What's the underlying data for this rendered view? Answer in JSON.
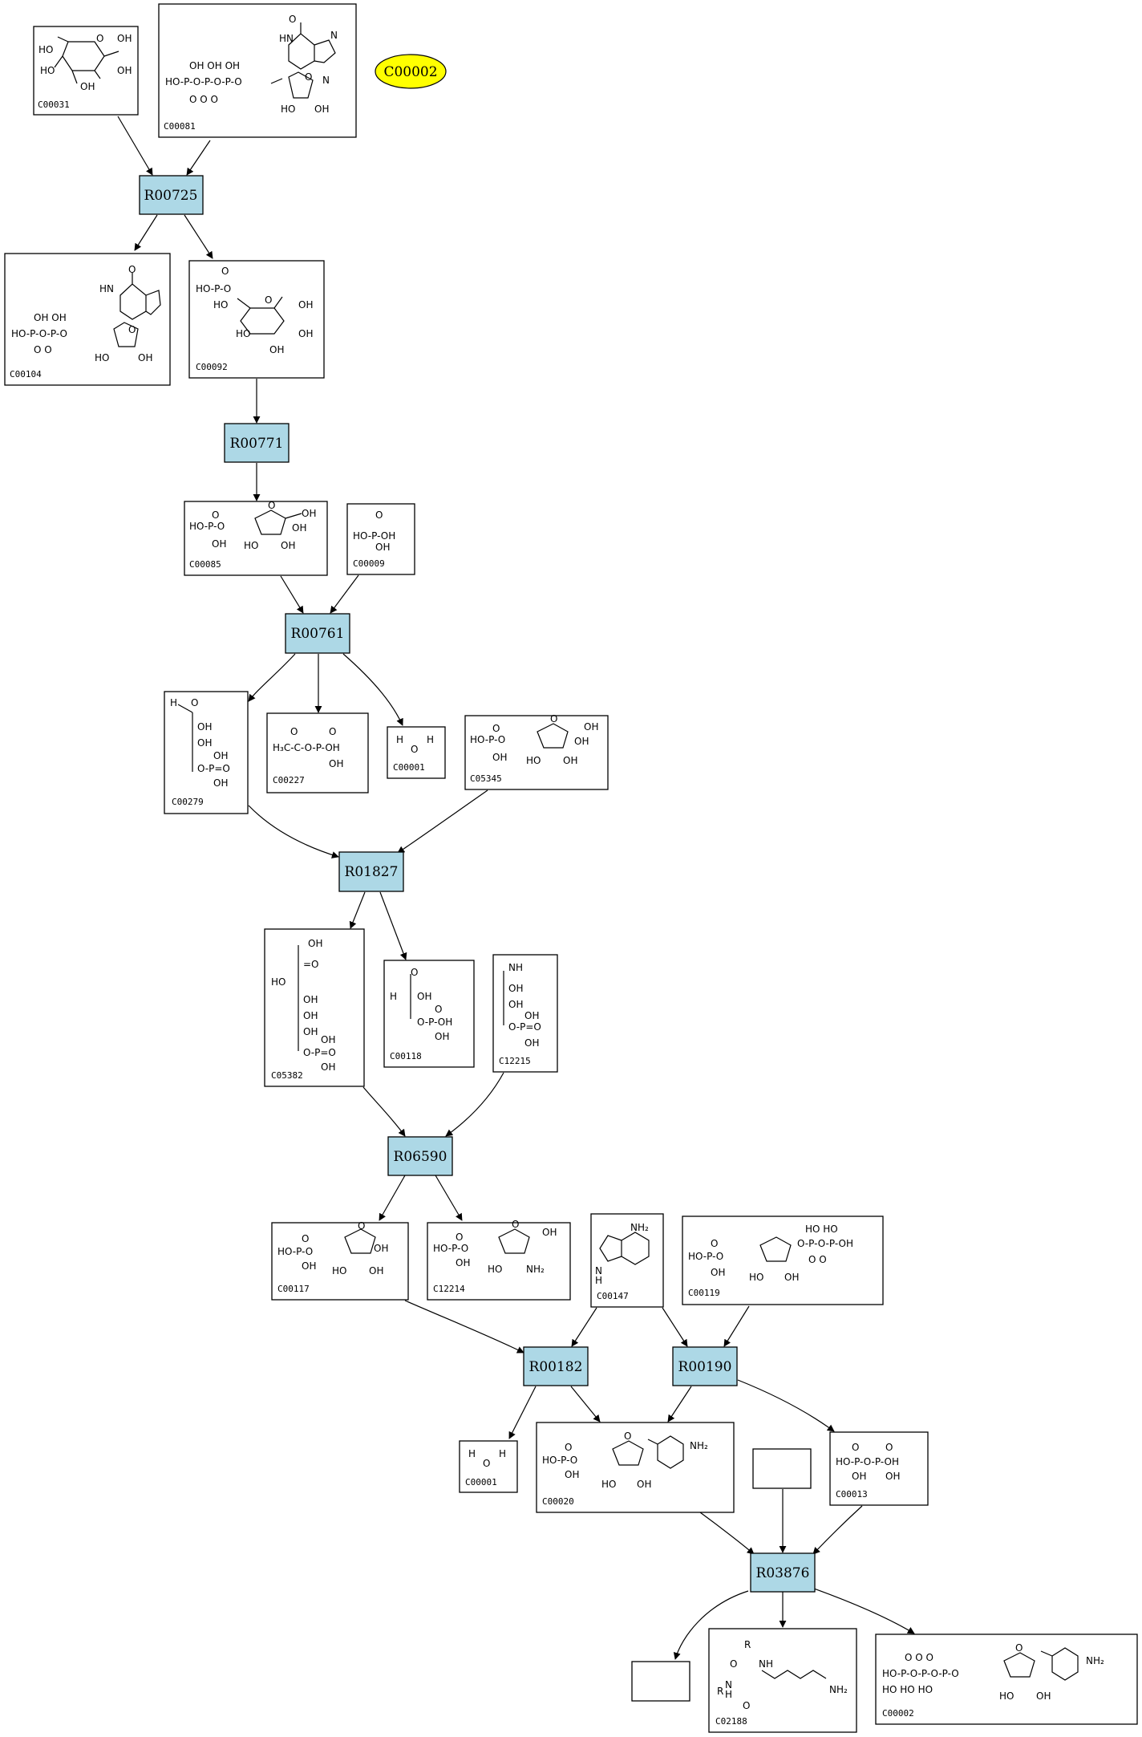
{
  "compounds": {
    "c00031": "C00031",
    "c00081": "C00081",
    "c00104": "C00104",
    "c00092": "C00092",
    "c00085": "C00085",
    "c00009": "C00009",
    "c00279": "C00279",
    "c00227": "C00227",
    "c00001a": "C00001",
    "c05345": "C05345",
    "c05382": "C05382",
    "c00118": "C00118",
    "c12215": "C12215",
    "c00117": "C00117",
    "c12214": "C12214",
    "c00147": "C00147",
    "c00119": "C00119",
    "c00001b": "C00001",
    "c00020": "C00020",
    "c00013": "C00013",
    "c02188": "C02188",
    "c00002_box": "C00002"
  },
  "reactions": {
    "r00725": "R00725",
    "r00771": "R00771",
    "r00761": "R00761",
    "r01827": "R01827",
    "r06590": "R06590",
    "r00182": "R00182",
    "r00190": "R00190",
    "r03876": "R03876"
  },
  "highlight": {
    "label": "C00002",
    "color": "#ffff00"
  },
  "colors": {
    "reaction_fill": "#add8e6",
    "compound_fill": "#ffffff"
  }
}
